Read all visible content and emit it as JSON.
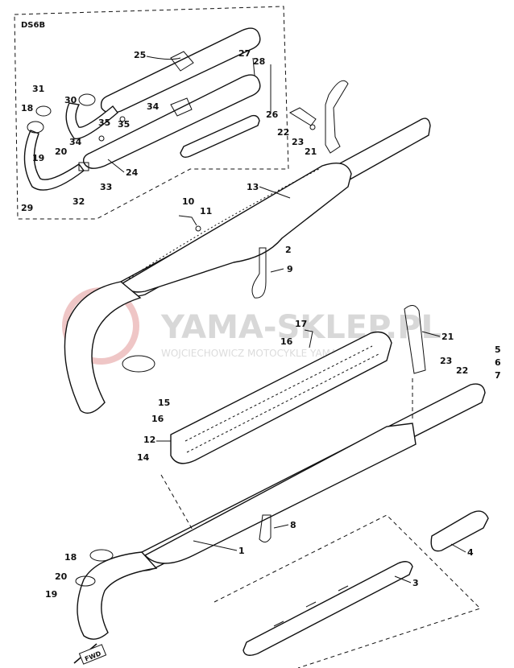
{
  "inset": {
    "title": "DS6B"
  },
  "watermark": {
    "main": "YAMA-SKLEP.PL",
    "sub": "WOJCIECHOWICZ MOTOCYKLE YAMAHA",
    "color": "#c8c8c8",
    "logo_color": "#e6b3b3"
  },
  "direction_mark": "FWD",
  "callouts": {
    "c31": "31",
    "c18a": "18",
    "c30": "30",
    "c19a": "19",
    "c20a": "20",
    "c25": "25",
    "c27": "27",
    "c28": "28",
    "c34a": "34",
    "c35a": "35",
    "c35b": "35",
    "c34b": "34",
    "c26": "26",
    "c24": "24",
    "c33a": "33",
    "c32": "32",
    "c29": "29",
    "c22a": "22",
    "c23a": "23",
    "c21a": "21",
    "c13": "13",
    "c10": "10",
    "c11": "11",
    "c2": "2",
    "c9": "9",
    "c17": "17",
    "c16a": "16",
    "c21b": "21",
    "c5": "5",
    "c6": "6",
    "c7": "7",
    "c23b": "23",
    "c22b": "22",
    "c15": "15",
    "c16b": "16",
    "c12": "12",
    "c14": "14",
    "c8": "8",
    "c1": "1",
    "c4": "4",
    "c3": "3",
    "c18b": "18",
    "c20b": "20",
    "c19b": "19"
  }
}
